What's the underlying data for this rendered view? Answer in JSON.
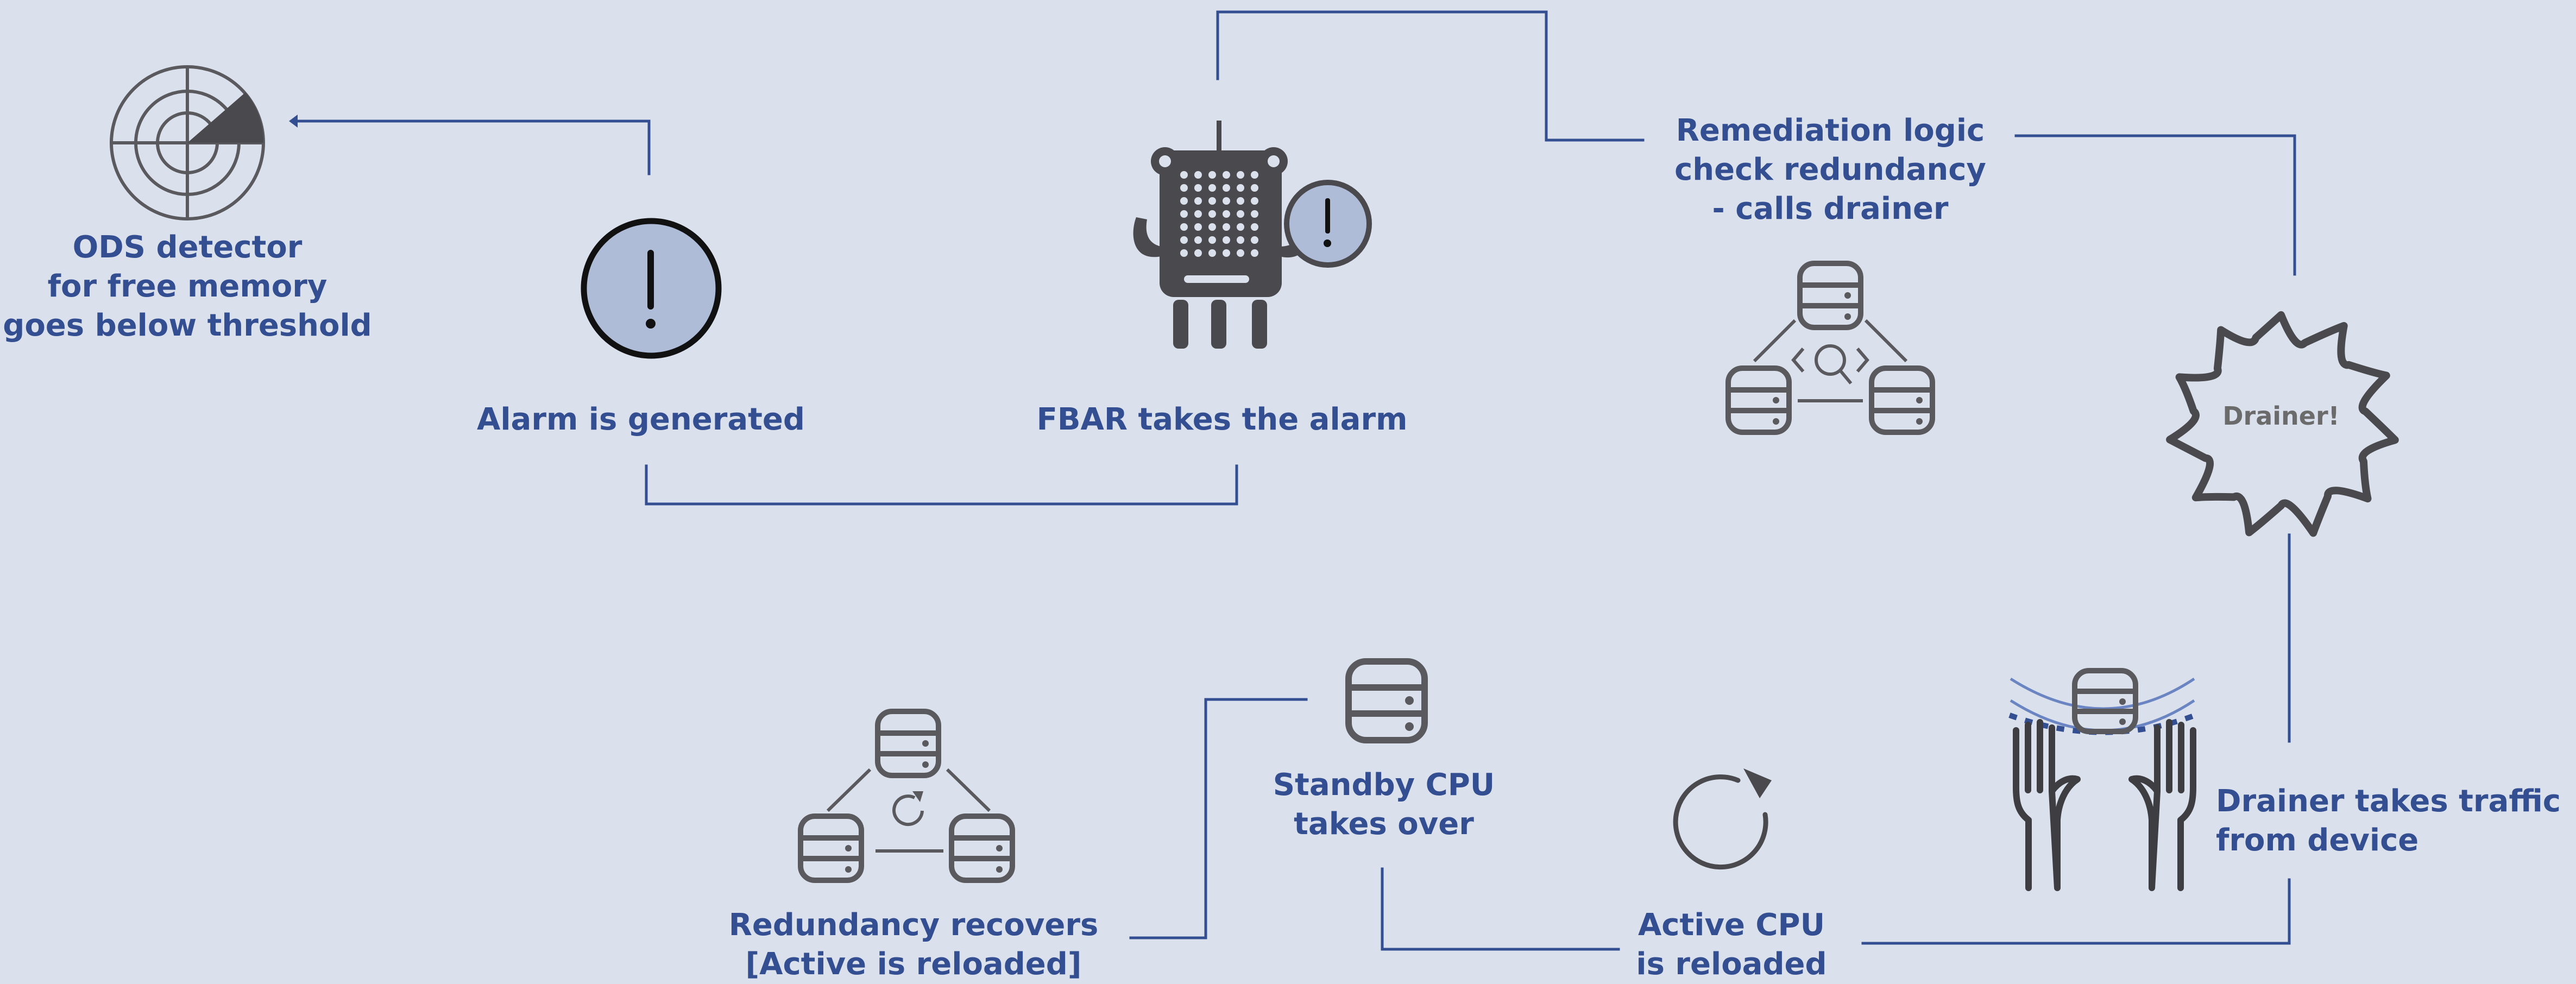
{
  "colors": {
    "background": "#dae0ec",
    "line": "#344f91",
    "label": "#344f91",
    "icon": "#4a4a4e",
    "alert_fill": "#aebcd8",
    "wave": "#6a85c2"
  },
  "steps": {
    "ods": {
      "icon": "radar-icon",
      "lines": [
        "ODS detector",
        "for free memory",
        "goes below threshold"
      ]
    },
    "alarm": {
      "icon": "exclamation-alert-icon",
      "lines": [
        "Alarm is generated"
      ]
    },
    "fbar": {
      "icon": "robot-icon",
      "lines": [
        "FBAR takes the alarm"
      ]
    },
    "remediation": {
      "icon": "server-network-search-icon",
      "lines": [
        "Remediation logic",
        "check redundancy",
        "- calls drainer"
      ]
    },
    "drainer": {
      "icon": "burst-icon",
      "badge_text": "Drainer!"
    },
    "drain_traffic": {
      "icon": "hands-server-icon",
      "lines": [
        "Drainer takes traffic",
        "from device"
      ]
    },
    "active_reload": {
      "icon": "reload-icon",
      "lines": [
        "Active CPU",
        "is reloaded"
      ]
    },
    "standby": {
      "icon": "server-icon",
      "lines": [
        "Standby CPU",
        "takes over"
      ]
    },
    "redundancy": {
      "icon": "server-network-refresh-icon",
      "lines": [
        "Redundancy recovers",
        "[Active is reloaded]"
      ]
    }
  }
}
